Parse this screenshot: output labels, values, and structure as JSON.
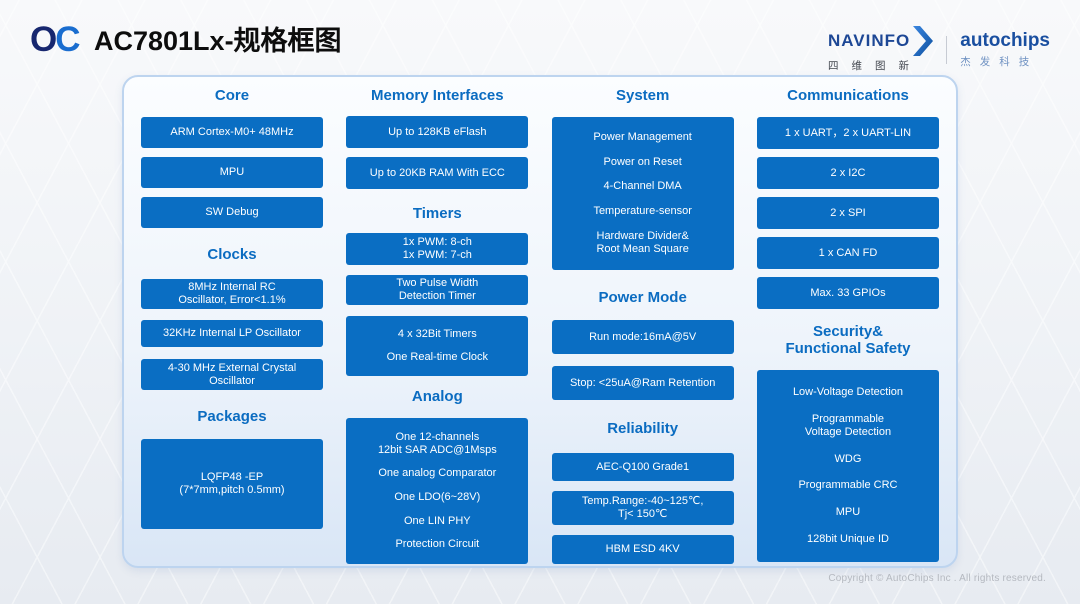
{
  "header": {
    "logo": {
      "o": "O",
      "c": "C"
    },
    "title": "AC7801Lx-规格框图"
  },
  "brand": {
    "navinfo_name": "NAVINFO",
    "navinfo_cn": "四维图新",
    "autochips_name": "autochips",
    "autochips_cn": "杰发科技"
  },
  "footer": {
    "copyright": "Copyright © AutoChips Inc . All rights reserved."
  },
  "colors": {
    "accent_blue": "#0a6ec3",
    "heading_blue": "#0b6cc1",
    "title_black": "#0d0d0d"
  },
  "columns": [
    {
      "sections": [
        {
          "heading": "Core",
          "boxes": [
            {
              "entries": [
                [
                  "ARM Cortex-M0+ 48MHz"
                ]
              ]
            },
            {
              "entries": [
                [
                  "MPU"
                ]
              ]
            },
            {
              "entries": [
                [
                  "SW Debug"
                ]
              ]
            }
          ]
        },
        {
          "heading": "Clocks",
          "boxes": [
            {
              "entries": [
                [
                  "8MHz Internal RC",
                  "Oscillator, Error<1.1%"
                ]
              ]
            },
            {
              "entries": [
                [
                  "32KHz Internal LP Oscillator"
                ]
              ]
            },
            {
              "entries": [
                [
                  "4-30 MHz External Crystal",
                  "Oscillator"
                ]
              ]
            }
          ]
        },
        {
          "heading": "Packages",
          "boxes": [
            {
              "entries": [
                [
                  "LQFP48 -EP",
                  "(7*7mm,pitch 0.5mm)"
                ]
              ]
            }
          ]
        }
      ]
    },
    {
      "sections": [
        {
          "heading": "Memory Interfaces",
          "boxes": [
            {
              "entries": [
                [
                  "Up to 128KB eFlash"
                ]
              ]
            },
            {
              "entries": [
                [
                  "Up to 20KB RAM With ECC"
                ]
              ]
            }
          ]
        },
        {
          "heading": "Timers",
          "boxes": [
            {
              "entries": [
                [
                  "1x PWM: 8-ch",
                  "1x PWM: 7-ch"
                ]
              ]
            },
            {
              "entries": [
                [
                  "Two Pulse Width",
                  "Detection Timer"
                ]
              ]
            },
            {
              "entries": [
                [
                  "4 x 32Bit Timers"
                ],
                [
                  "One Real-time Clock"
                ]
              ]
            }
          ]
        },
        {
          "heading": "Analog",
          "boxes": [
            {
              "entries": [
                [
                  "One 12-channels",
                  "12bit SAR ADC@1Msps"
                ],
                [
                  "One analog Comparator"
                ],
                [
                  "One LDO(6~28V)"
                ],
                [
                  "One LIN PHY"
                ],
                [
                  "Protection Circuit"
                ]
              ]
            }
          ]
        }
      ]
    },
    {
      "sections": [
        {
          "heading": "System",
          "boxes": [
            {
              "entries": [
                [
                  "Power Management"
                ],
                [
                  "Power on Reset"
                ],
                [
                  "4-Channel DMA"
                ],
                [
                  "Temperature-sensor"
                ],
                [
                  "Hardware Divider&",
                  "Root Mean Square"
                ]
              ]
            }
          ]
        },
        {
          "heading": "Power Mode",
          "boxes": [
            {
              "entries": [
                [
                  "Run mode:16mA@5V"
                ]
              ]
            },
            {
              "entries": [
                [
                  "Stop: <25uA@Ram Retention"
                ]
              ]
            }
          ]
        },
        {
          "heading": "Reliability",
          "boxes": [
            {
              "entries": [
                [
                  "AEC-Q100 Grade1"
                ]
              ]
            },
            {
              "entries": [
                [
                  "Temp.Range:-40~125℃,",
                  "Tj< 150℃"
                ]
              ]
            },
            {
              "entries": [
                [
                  "HBM ESD  4KV"
                ]
              ]
            }
          ]
        }
      ]
    },
    {
      "sections": [
        {
          "heading": "Communications",
          "boxes": [
            {
              "entries": [
                [
                  "1 x UART，2 x UART-LIN"
                ]
              ]
            },
            {
              "entries": [
                [
                  "2 x I2C"
                ]
              ]
            },
            {
              "entries": [
                [
                  "2 x SPI"
                ]
              ]
            },
            {
              "entries": [
                [
                  "1 x CAN FD"
                ]
              ]
            },
            {
              "entries": [
                [
                  "Max. 33 GPIOs"
                ]
              ]
            }
          ]
        },
        {
          "heading": "Security&\nFunctional Safety",
          "boxes": [
            {
              "entries": [
                [
                  "Low-Voltage Detection"
                ],
                [
                  "Programmable",
                  "Voltage Detection"
                ],
                [
                  "WDG"
                ],
                [
                  "Programmable CRC"
                ],
                [
                  "MPU"
                ],
                [
                  "128bit Unique ID"
                ]
              ]
            }
          ]
        }
      ]
    }
  ]
}
